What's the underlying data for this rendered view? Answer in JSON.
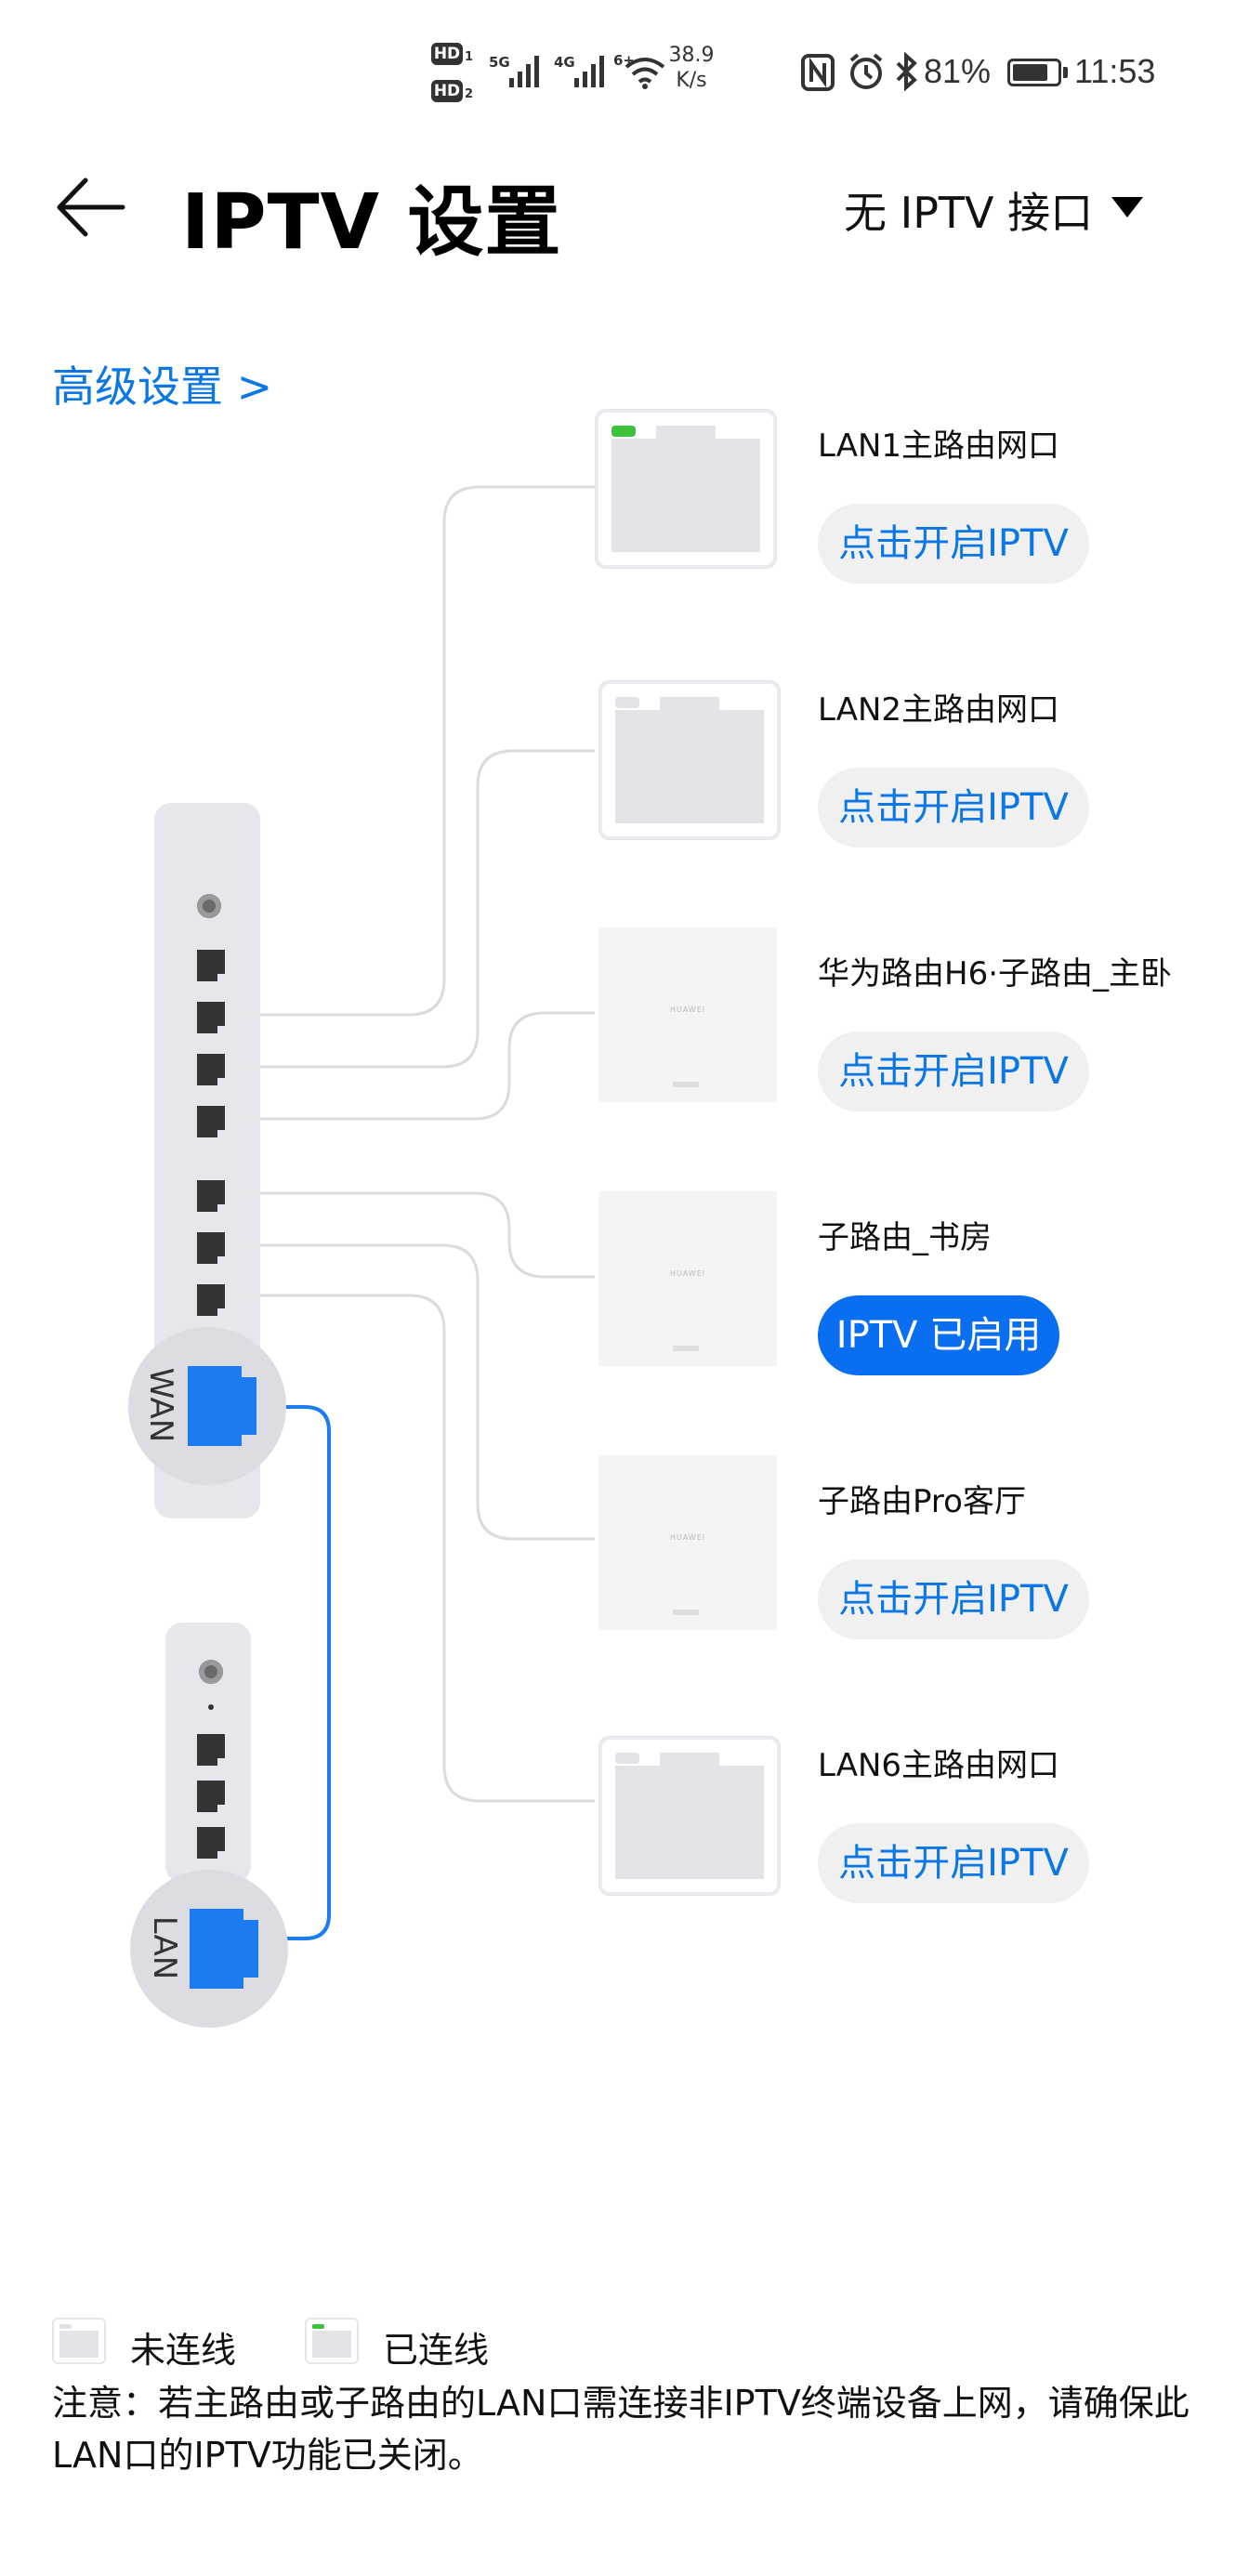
{
  "status_bar": {
    "hd1": "HD",
    "hd1_sub": "1",
    "hd2": "HD",
    "hd2_sub": "2",
    "net1": "5G",
    "net2": "4G",
    "net3": "6+",
    "speed_value": "38.9",
    "speed_unit": "K/s",
    "battery_text": "81%",
    "battery_level": 0.81,
    "time": "11:53",
    "icons": [
      "nfc-icon",
      "alarm-icon",
      "bluetooth-icon",
      "battery-icon",
      "wifi-icon",
      "signal-icon"
    ]
  },
  "header": {
    "back_icon": "arrow-left-icon",
    "title": "IPTV 设置",
    "interface_select": "无 IPTV 接口"
  },
  "advanced_link": "高级设置 >",
  "devices": [
    {
      "name": "LAN1主路由网口",
      "button": "点击开启IPTV",
      "enabled": false,
      "kind": "lan-port",
      "link": true
    },
    {
      "name": "LAN2主路由网口",
      "button": "点击开启IPTV",
      "enabled": false,
      "kind": "lan-port",
      "link": false
    },
    {
      "name": "华为路由H6·子路由_主卧",
      "button": "点击开启IPTV",
      "enabled": false,
      "kind": "sub-router",
      "logo": "HUAWEI"
    },
    {
      "name": "子路由_书房",
      "button": "IPTV 已启用",
      "enabled": true,
      "kind": "sub-router",
      "logo": "HUAWEI"
    },
    {
      "name": "子路由Pro客厅",
      "button": "点击开启IPTV",
      "enabled": false,
      "kind": "sub-router",
      "logo": "HUAWEI"
    },
    {
      "name": "LAN6主路由网口",
      "button": "点击开启IPTV",
      "enabled": false,
      "kind": "lan-port",
      "link": false
    }
  ],
  "routers": {
    "main_port_label": "WAN",
    "upstream_port_label": "LAN"
  },
  "legend": {
    "disconnected": "未连线",
    "connected": "已连线"
  },
  "note": "注意：若主路由或子路由的LAN口需连接非IPTV终端设备上网，请确保此LAN口的IPTV功能已关闭。",
  "colors": {
    "accent": "#0a77e4",
    "enabled_button": "#0a6ef0",
    "link_led": "#3cc23c",
    "connector_line": "#1a7cf0"
  }
}
